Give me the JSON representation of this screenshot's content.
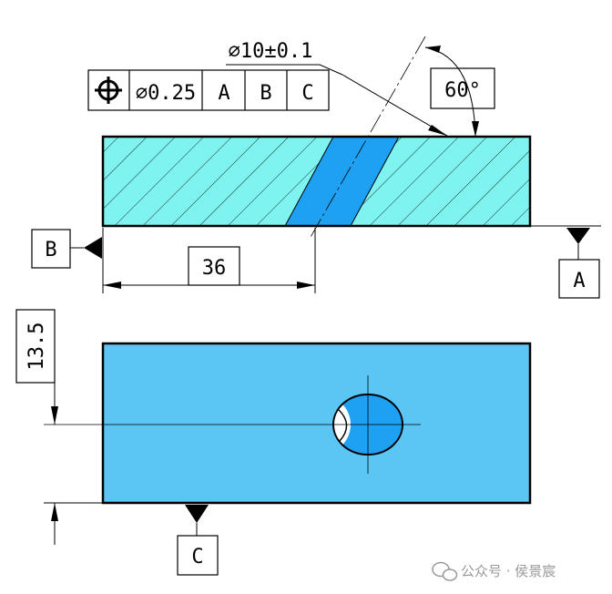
{
  "colors": {
    "section_fill": "#7ff3ef",
    "hole_fill": "#1ea1f2",
    "plan_fill": "#5bc6f4",
    "line": "#000000",
    "watermark": "#9a9a9a"
  },
  "callout": {
    "hole_size": "⌀10±0.1",
    "angle": "60°"
  },
  "feature_control_frame": {
    "symbol": "position-icon",
    "tolerance": "⌀0.25",
    "datum_primary": "A",
    "datum_secondary": "B",
    "datum_tertiary": "C"
  },
  "datums": {
    "a": "A",
    "b": "B",
    "c": "C"
  },
  "dimensions": {
    "horizontal": "36",
    "vertical": "13.5"
  },
  "watermark": {
    "text": "公众号 · 侯景宸"
  }
}
